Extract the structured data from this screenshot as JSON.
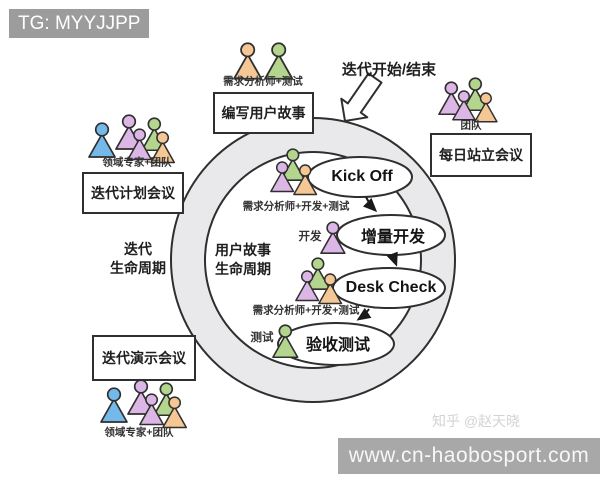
{
  "watermarks": {
    "tg": "TG: MYYJJPP",
    "zhihu": "知乎 @赵天晓",
    "site": "www.cn-haobosport.com"
  },
  "headings": {
    "iteration_start_end": "迭代开始/结束",
    "iteration_lifecycle": "迭代\n生命周期",
    "story_lifecycle": "用户故事\n生命周期"
  },
  "boxes": {
    "write_user_stories": "编写用户故事",
    "daily_standup": "每日站立会议",
    "iteration_planning": "迭代计划会议",
    "iteration_demo": "迭代演示会议"
  },
  "steps": {
    "kick_off": "Kick Off",
    "incremental_dev": "增量开发",
    "desk_check": "Desk Check",
    "acceptance_test": "验收测试"
  },
  "role_labels": {
    "analyst_test": "需求分析师+测试",
    "team": "团队",
    "domain_expert_team": "领域专家+团队",
    "analyst_dev_test": "需求分析师+开发+测试",
    "dev": "开发",
    "test": "测试"
  },
  "colors": {
    "person_blue": "#74b9e8",
    "person_purple": "#dcb7e6",
    "person_green": "#b4d58e",
    "person_orange": "#f4c795",
    "ring_fill": "#e9e9eb",
    "outline": "#2f2f2f",
    "watermark_gray": "#9c9c9c",
    "site_bar_gray": "#a8a8a8"
  }
}
